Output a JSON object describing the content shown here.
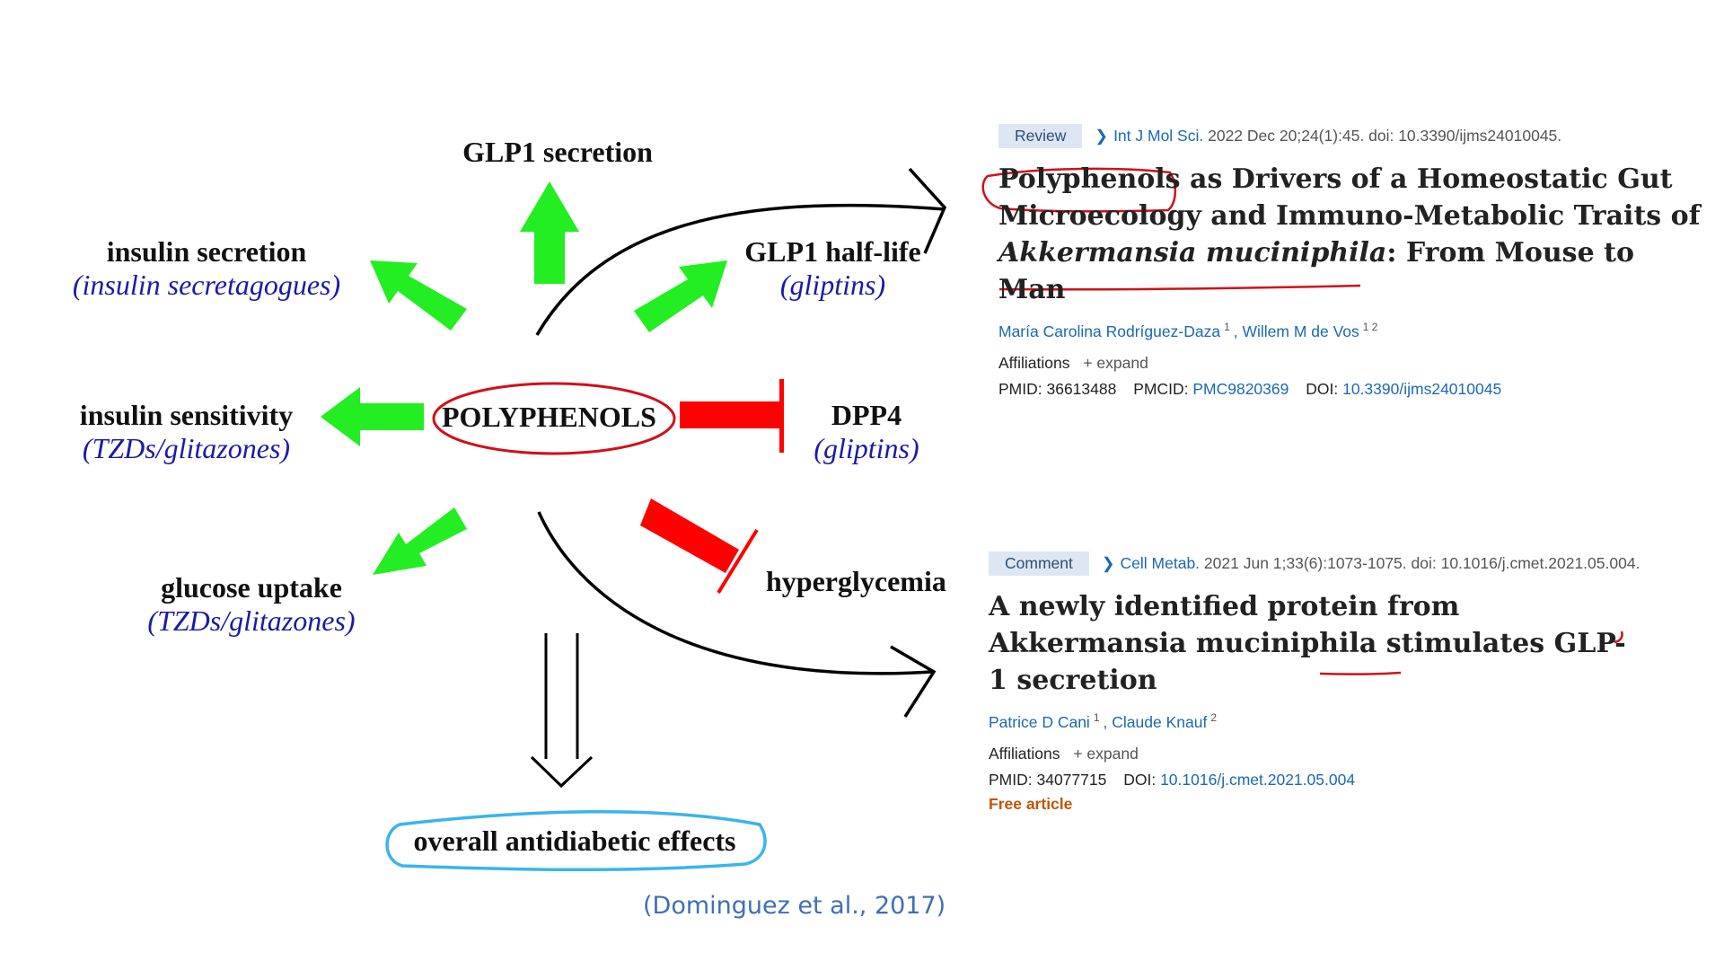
{
  "diagram": {
    "center": "POLYPHENOLS",
    "nodes": {
      "glp1_secretion": {
        "title": "GLP1 secretion"
      },
      "insulin_secretion": {
        "title": "insulin secretion",
        "subtitle": "(insulin secretagogues)"
      },
      "glp1_half_life": {
        "title": "GLP1 half-life",
        "subtitle": "(gliptins)"
      },
      "insulin_sensitivity": {
        "title": "insulin sensitivity",
        "subtitle": "(TZDs/glitazones)"
      },
      "dpp4": {
        "title": "DPP4",
        "subtitle": "(gliptins)"
      },
      "glucose_uptake": {
        "title": "glucose uptake",
        "subtitle": "(TZDs/glitazones)"
      },
      "hyperglycemia": {
        "title": "hyperglycemia"
      }
    },
    "outcome": "overall antidiabetic effects",
    "citation": "(Dominguez et al., 2017)",
    "colors": {
      "activate": "#22ee22",
      "inhibit": "#ff0000",
      "annotation_red": "#d0101a",
      "annotation_blue": "#3ab4ec"
    }
  },
  "articles": [
    {
      "tag": "Review",
      "journal": "Int J Mol Sci.",
      "citation_rest": "2022 Dec 20;24(1):45. doi: 10.3390/ijms24010045.",
      "title_part1": "Polyphenols as Drivers of a Homeostatic Gut Microecology and Immuno-Metabolic Traits of ",
      "title_italic": "Akkermansia muciniphila",
      "title_part2": ": From Mouse to Man",
      "author1": "María Carolina Rodríguez-Daza",
      "author1_sup": "1",
      "author2": "Willem M de Vos",
      "author2_sup": "1 2",
      "affiliations": "Affiliations",
      "expand": "+ expand",
      "pmid_label": "PMID: 36613488",
      "pmcid_label": "PMCID:",
      "pmcid": "PMC9820369",
      "doi_label": "DOI:",
      "doi": "10.3390/ijms24010045"
    },
    {
      "tag": "Comment",
      "journal": "Cell Metab.",
      "citation_rest": "2021 Jun 1;33(6):1073-1075. doi: 10.1016/j.cmet.2021.05.004.",
      "title": "A newly identified protein from Akkermansia muciniphila stimulates GLP-1 secretion",
      "author1": "Patrice D Cani",
      "author1_sup": "1",
      "author2": "Claude Knauf",
      "author2_sup": "2",
      "affiliations": "Affiliations",
      "expand": "+ expand",
      "pmid_label": "PMID: 34077715",
      "doi_label": "DOI:",
      "doi": "10.1016/j.cmet.2021.05.004",
      "free": "Free article"
    }
  ]
}
